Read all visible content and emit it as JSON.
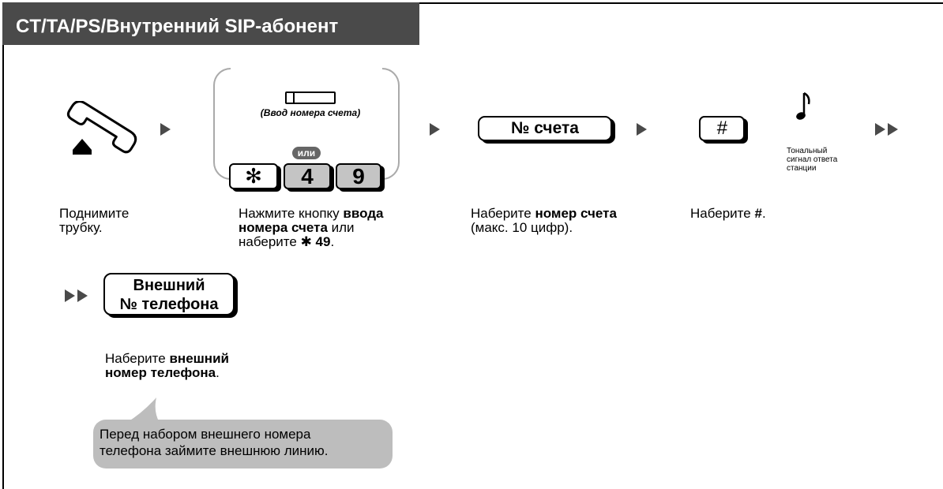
{
  "header": {
    "title": "CT/TA/PS/Внутренний SIP-абонент"
  },
  "step_account_key": {
    "label": "(Ввод номера счета)",
    "or_text": "или",
    "keys": [
      "✻",
      "4",
      "9"
    ]
  },
  "keys": {
    "account_no": "№ счета",
    "hash": "#",
    "external_line1": "Внешний",
    "external_line2": "№ телефона"
  },
  "tone_caption": {
    "line1": "Тональный",
    "line2": "сигнал ответа",
    "line3": "станции"
  },
  "captions": {
    "step1_line1": "Поднимите",
    "step1_line2": "трубку.",
    "step2_a": "Нажмите кнопку ",
    "step2_b": "ввода",
    "step2_c": "номера счета",
    "step2_d": " или",
    "step2_e": "наберите ",
    "step2_f": "✱ 49",
    "step2_g": ".",
    "step3_a": "Наберите ",
    "step3_b": "номер счета",
    "step3_c": "(макс. 10 цифр).",
    "step4_a": "Наберите ",
    "step4_b": "#",
    "step4_c": ".",
    "step5_a": "Наберите ",
    "step5_b": "внешний",
    "step5_c": "номер телефона",
    "step5_d": "."
  },
  "note": {
    "line1": "Перед набором внешнего номера",
    "line2": "телефона займите внешнюю линию."
  },
  "colors": {
    "title_bg": "#4a4a4a",
    "arrow": "#4a4a4a",
    "key_grey": "#c4c4c4",
    "bubble": "#bdbdbd"
  }
}
